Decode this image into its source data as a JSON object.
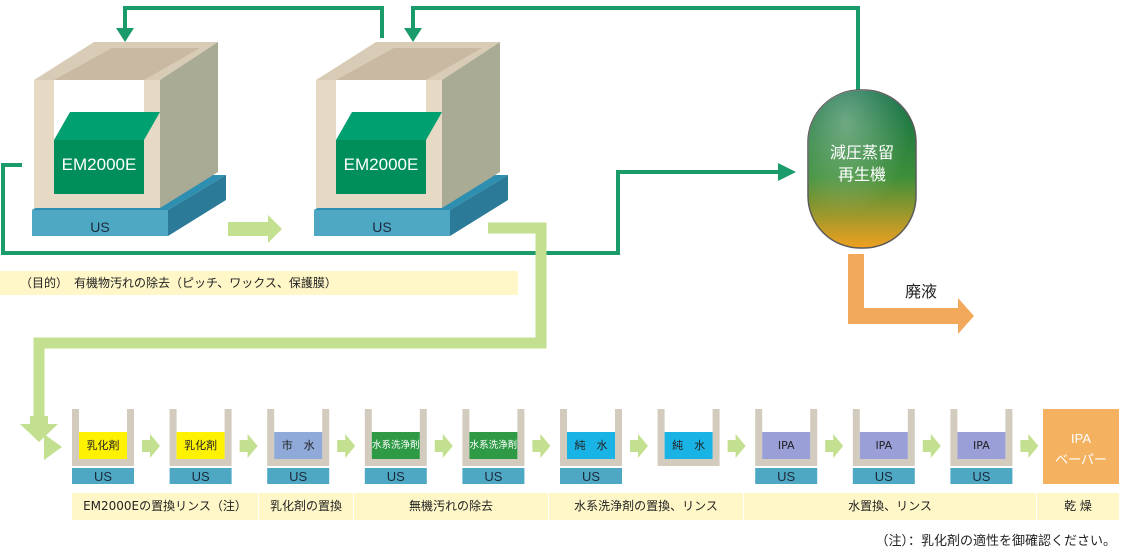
{
  "top_tanks": [
    {
      "liquid_label": "EM2000E",
      "base_label": "US"
    },
    {
      "liquid_label": "EM2000E",
      "base_label": "US"
    }
  ],
  "still": {
    "line1": "減圧蒸留",
    "line2": "再生機"
  },
  "waste_label": "廃液",
  "purpose_text": "（目的）　有機物汚れの除去（ピッチ、ワックス、保護膜）",
  "stations": [
    {
      "label": "乳化剤",
      "base": "US",
      "fill": "#fff200"
    },
    {
      "label": "乳化剤",
      "base": "US",
      "fill": "#fff200"
    },
    {
      "label": "市　水",
      "base": "US",
      "fill": "#8fa9d8"
    },
    {
      "label": "水系洗浄剤",
      "base": "US",
      "fill": "#2e9a45"
    },
    {
      "label": "水系洗浄剤",
      "base": "US",
      "fill": "#2e9a45"
    },
    {
      "label": "純　水",
      "base": "US",
      "fill": "#1ab3e6"
    },
    {
      "label": "純　水",
      "base": "",
      "fill": "#1ab3e6"
    },
    {
      "label": "IPA",
      "base": "US",
      "fill": "#9b9fd8"
    },
    {
      "label": "IPA",
      "base": "US",
      "fill": "#9b9fd8"
    },
    {
      "label": "IPA",
      "base": "US",
      "fill": "#9b9fd8"
    }
  ],
  "final_station": {
    "line1": "IPA",
    "line2": "ベーパー"
  },
  "phases": [
    "EM2000Eの置換リンス（注）",
    "乳化剤の置換",
    "無機汚れの除去",
    "水系洗浄剤の置換、リンス",
    "水置換、リンス",
    "乾 燥"
  ],
  "note": "（注）：乳化剤の適性を御確認ください。",
  "colors": {
    "tank_wall_front": "#e8dcc8",
    "tank_wall_side": "#a9ab94",
    "tank_inner": "#c9b9a2",
    "liquid_top": "#00a070",
    "liquid_front": "#008f5a",
    "us_base": "#4ea8c4",
    "pipe_green": "#1b9a6a",
    "pipe_lightgreen": "#c2e08f",
    "waste_orange": "#f2a95c",
    "phase_bg": "#fff7c8"
  }
}
